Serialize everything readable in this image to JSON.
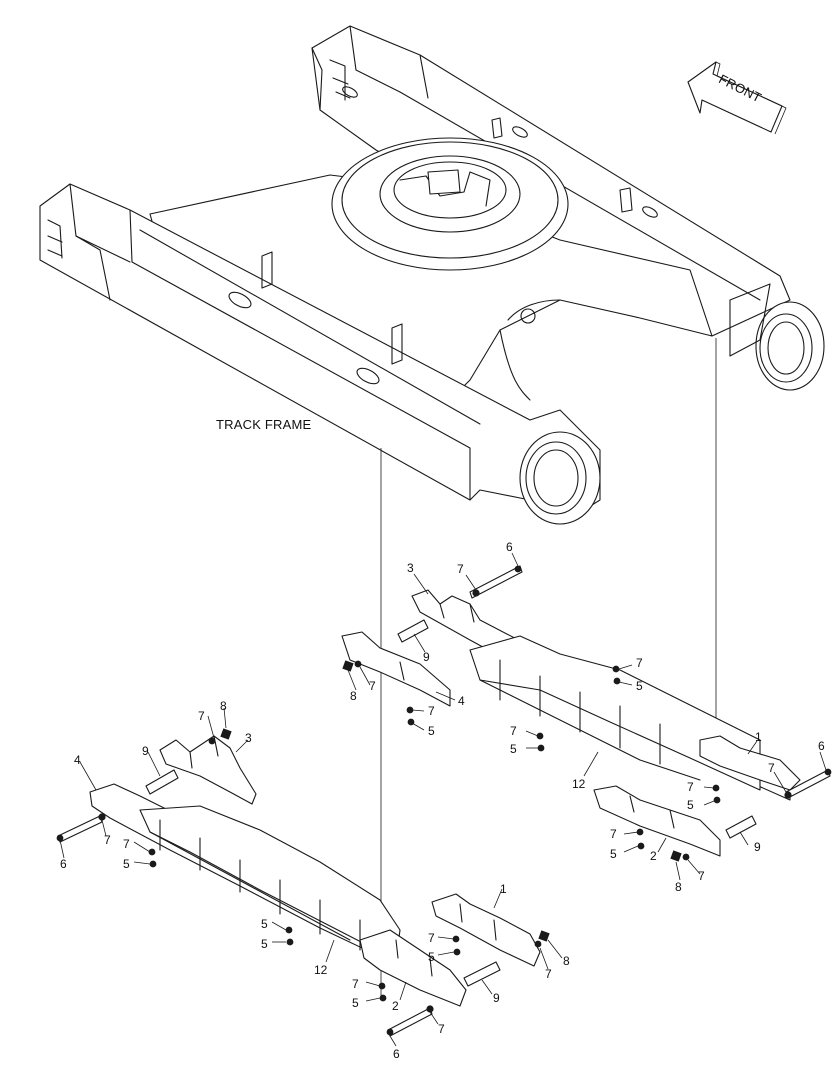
{
  "labels": {
    "track_frame": "TRACK FRAME",
    "front": "FRONT"
  },
  "callouts": {
    "1": "1",
    "2": "2",
    "3": "3",
    "4": "4",
    "5": "5",
    "6": "6",
    "7": "7",
    "8": "8",
    "9": "9",
    "12": "12"
  }
}
